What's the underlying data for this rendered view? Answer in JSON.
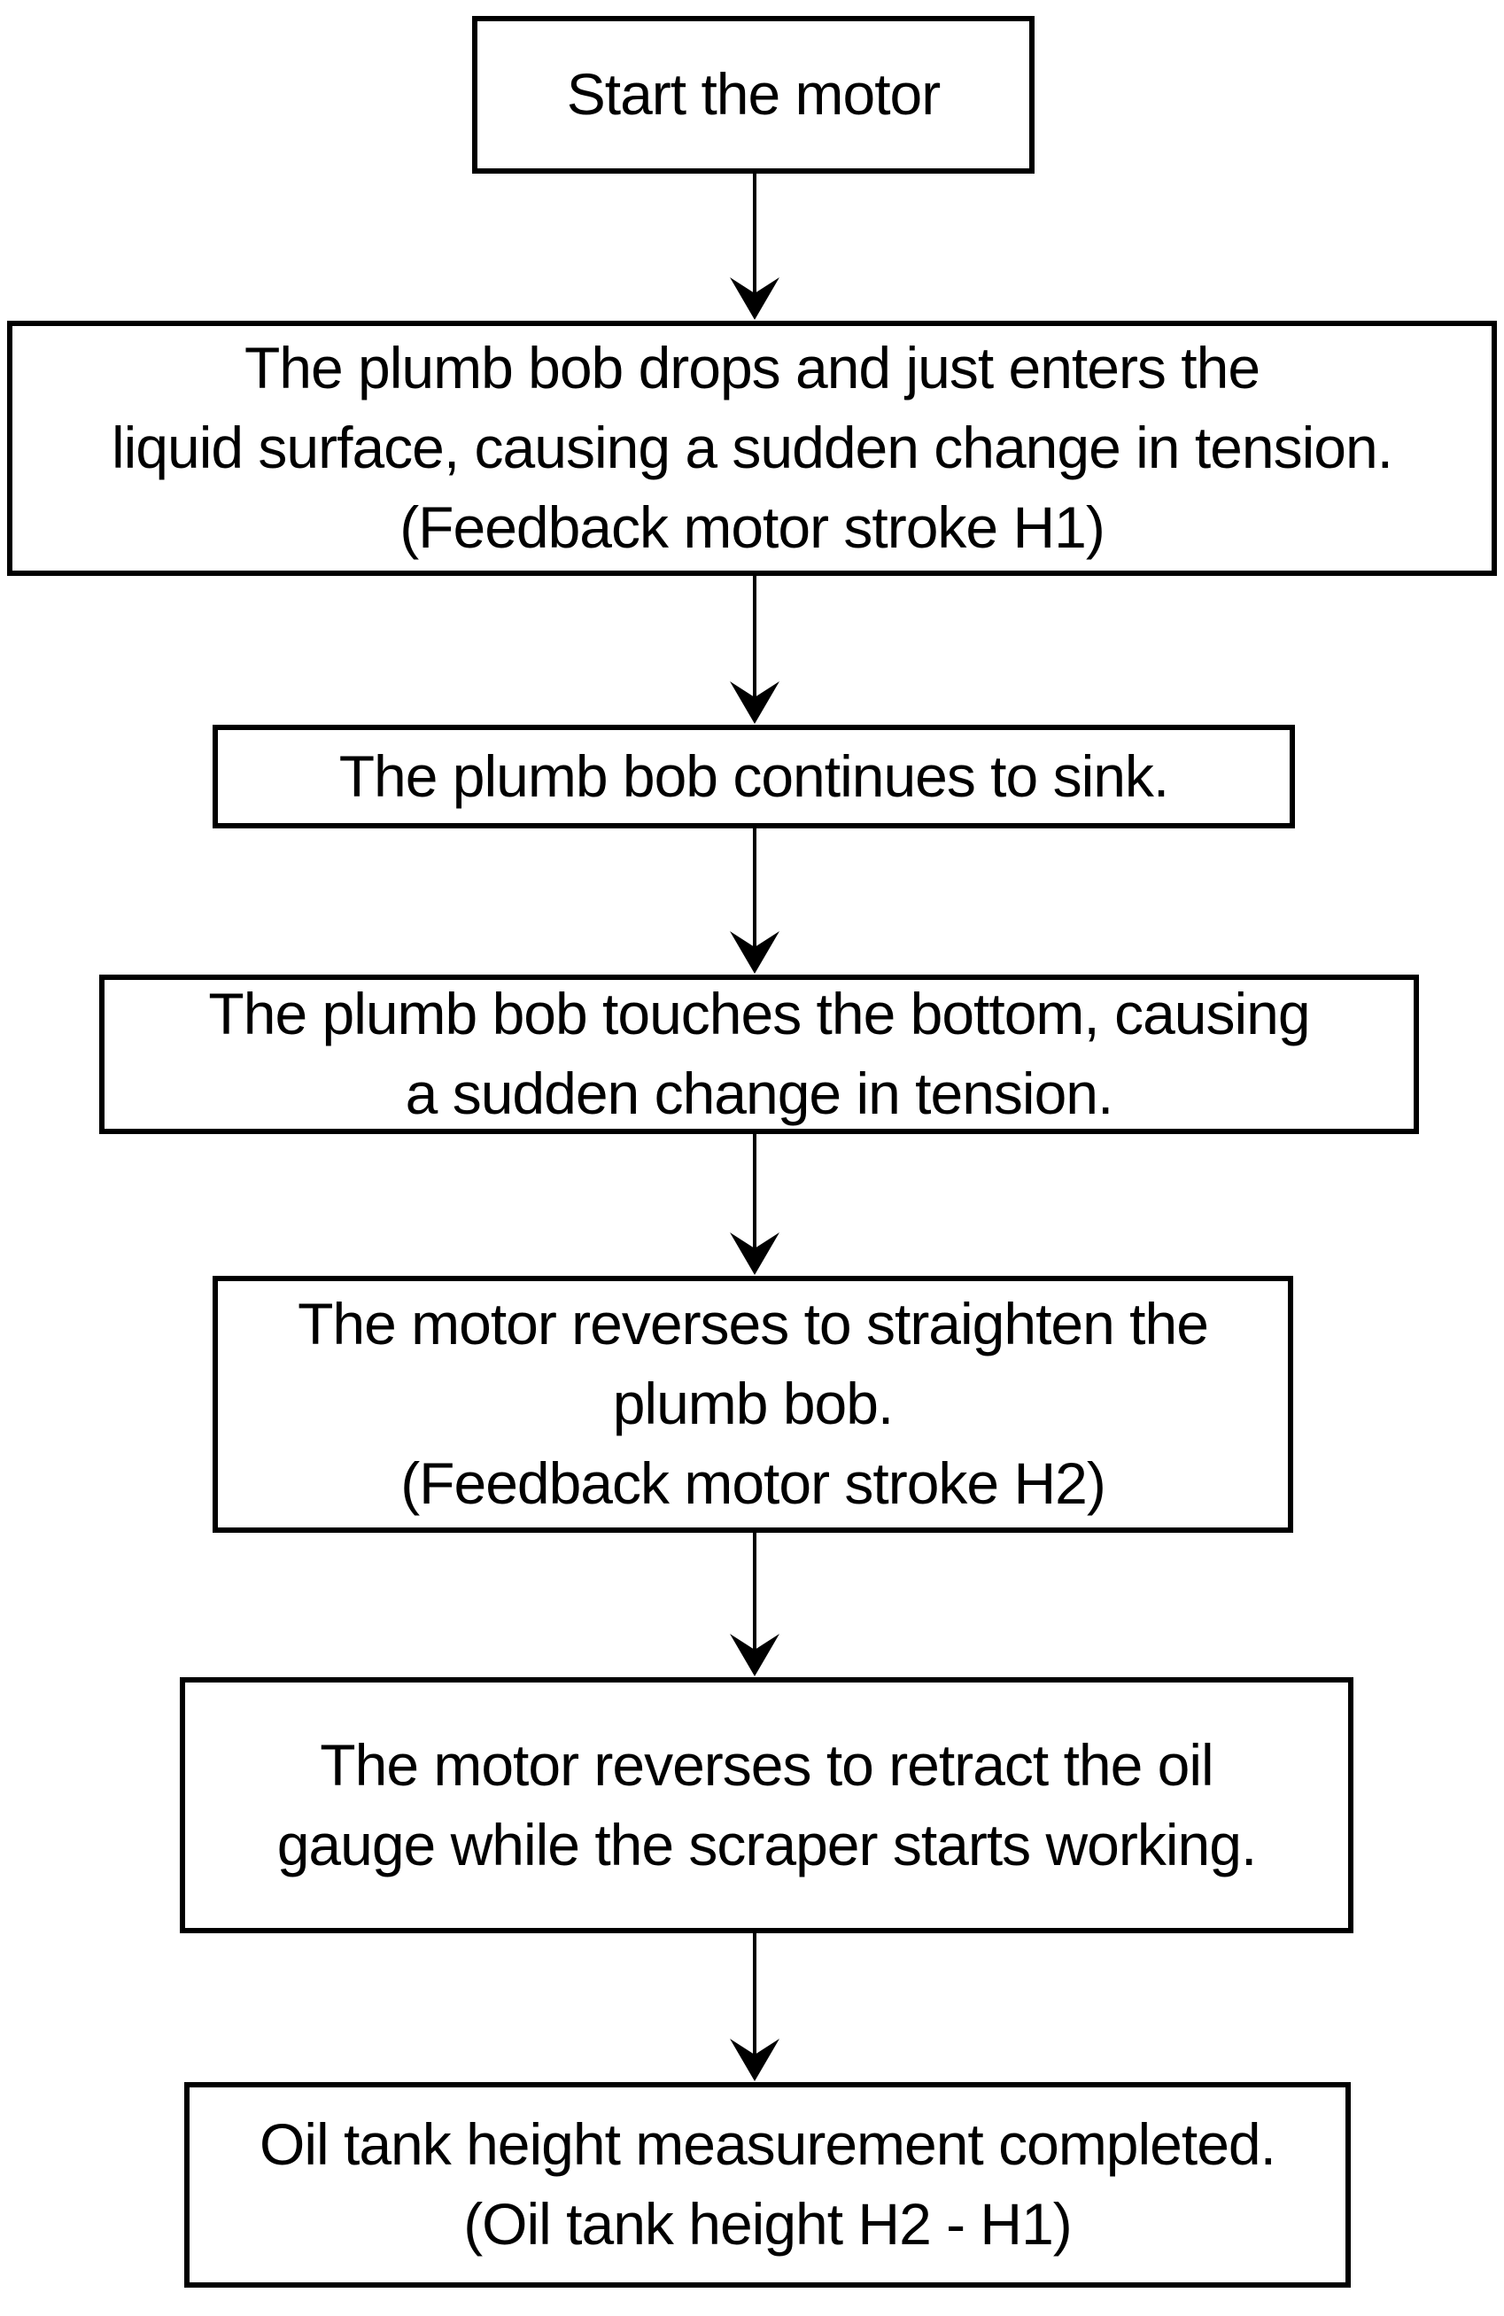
{
  "page": {
    "kind": "flowchart-figure",
    "background": "#ffffff"
  },
  "flowchart": {
    "direction": "top-down",
    "arrow_style": "concave-chevron-down",
    "colors": {
      "box_border": "#000000",
      "box_fill": "#ffffff",
      "text": "#000000",
      "arrow": "#000000"
    },
    "nodes": [
      {
        "id": "start",
        "text": "Start the motor"
      },
      {
        "id": "bob-enters-liquid",
        "text": "The plumb bob drops and just enters the\nliquid surface, causing a sudden change in tension.\n(Feedback motor stroke H1)"
      },
      {
        "id": "bob-continues-sinking",
        "text": "The plumb bob continues to sink."
      },
      {
        "id": "bob-touches-bottom",
        "text": "The plumb bob touches the bottom, causing\na sudden change in tension."
      },
      {
        "id": "motor-straightens-bob",
        "text": "The motor reverses to straighten the\nplumb bob.\n(Feedback motor stroke H2)"
      },
      {
        "id": "motor-retracts-gauge",
        "text": "The motor reverses to retract the oil\ngauge while the scraper starts working."
      },
      {
        "id": "measurement-complete",
        "text": "Oil tank height measurement completed.\n(Oil tank height H2 - H1)"
      }
    ],
    "edges": [
      {
        "from": "start",
        "to": "bob-enters-liquid"
      },
      {
        "from": "bob-enters-liquid",
        "to": "bob-continues-sinking"
      },
      {
        "from": "bob-continues-sinking",
        "to": "bob-touches-bottom"
      },
      {
        "from": "bob-touches-bottom",
        "to": "motor-straightens-bob"
      },
      {
        "from": "motor-straightens-bob",
        "to": "motor-retracts-gauge"
      },
      {
        "from": "motor-retracts-gauge",
        "to": "measurement-complete"
      }
    ]
  }
}
